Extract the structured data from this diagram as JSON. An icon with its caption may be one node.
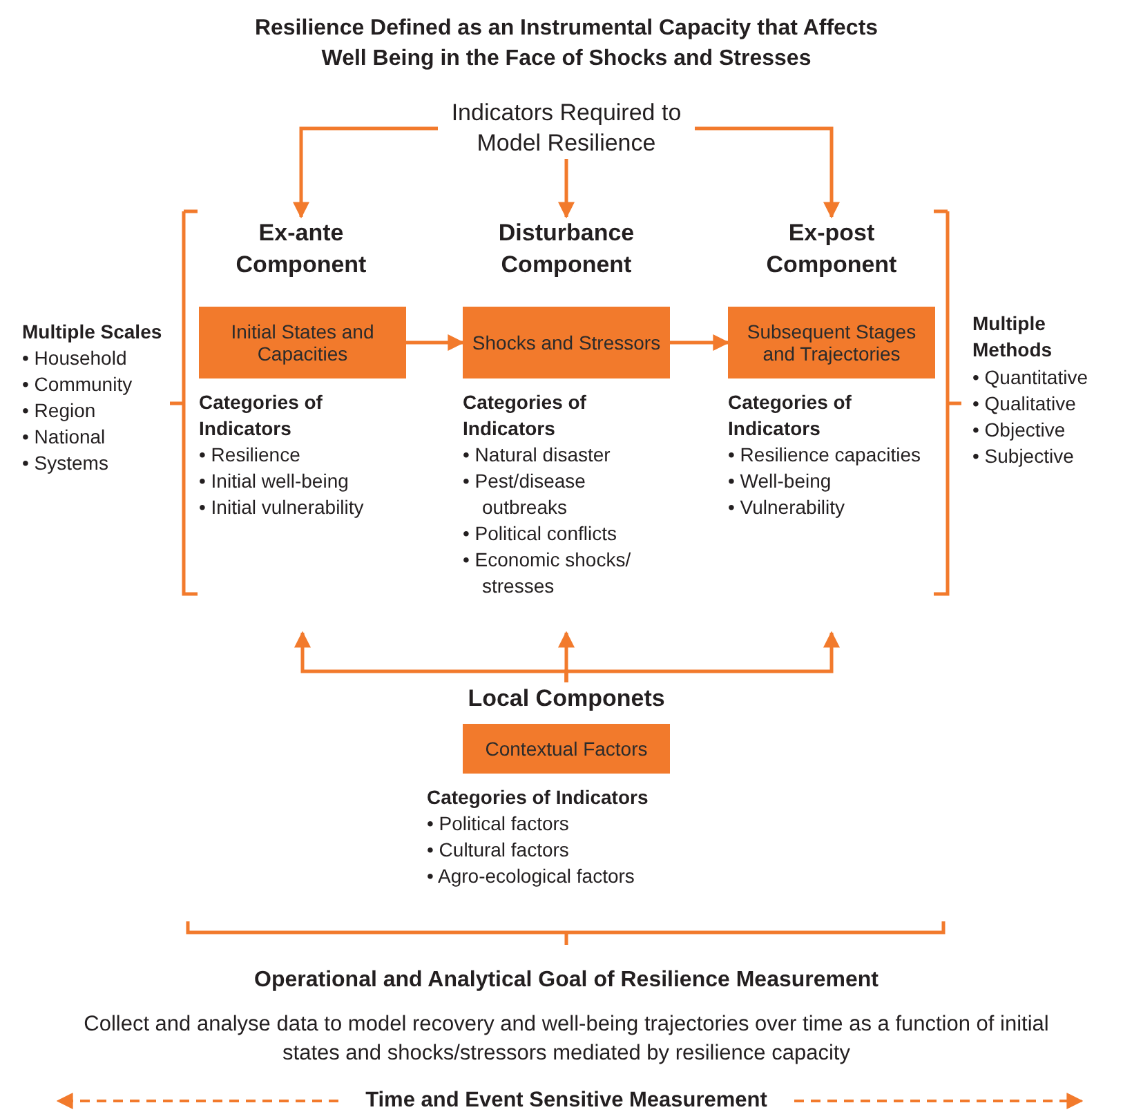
{
  "diagram": {
    "title": "Resilience Defined as an Instrumental Capacity that Affects Well Being in the Face of Shocks and Stresses",
    "nodes": [
      {
        "text": [
          "Indicators Required to Model Resilience"
        ]
      },
      {
        "text": [
          "Ex-ante Component"
        ]
      },
      {
        "text": [
          "Disturbance Component"
        ]
      },
      {
        "text": [
          "Ex-post Component"
        ]
      },
      {
        "text": [
          "Initial States and Capacities"
        ],
        "beside": [
          "Categories of Indicators",
          "• Resilience",
          "• Initial well-being",
          "• Initial vulnerability"
        ]
      },
      {
        "text": [
          "Shocks and Stressors"
        ],
        "beside": [
          "Categories of Indicators",
          "• Natural disaster",
          "• Pest/disease outbreaks",
          "• Political conflicts",
          "• Economic shocks/ stresses"
        ]
      },
      {
        "text": [
          "Subsequent Stages and Trajectories"
        ],
        "beside": [
          "Categories of Indicators",
          "• Resilience capacities",
          "• Well-being",
          "• Vulnerability"
        ]
      },
      {
        "text": [
          "Local Componets"
        ]
      },
      {
        "text": [
          "Contextual Factors"
        ],
        "beside": [
          "Categories of Indicators",
          "• Political factors",
          "• Cultural factors",
          "• Agro-ecological factors"
        ]
      }
    ],
    "edges": [
      {
        "from": 0,
        "to": 1,
        "arrow": "to"
      },
      {
        "from": 0,
        "to": 2,
        "arrow": "to"
      },
      {
        "from": 0,
        "to": 3,
        "arrow": "to"
      },
      {
        "from": 4,
        "to": 5,
        "arrow": "to"
      },
      {
        "from": 5,
        "to": 6,
        "arrow": "to"
      },
      {
        "from": 7,
        "to": 4,
        "arrow": "to"
      },
      {
        "from": 7,
        "to": 5,
        "arrow": "to"
      },
      {
        "from": 7,
        "to": 6,
        "arrow": "to"
      }
    ],
    "labels": [
      "Multiple Scales",
      "• Household",
      "• Community",
      "• Region",
      "• National",
      "• Systems",
      "Multiple Methods",
      "• Quantitative",
      "• Qualitative",
      "• Objective",
      "• Subjective",
      "Operational and Analytical Goal of Resilience Measurement",
      "Collect and analyse data to model recovery and well-being trajectories over time as a function of initial states and shocks/stressors mediated by resilience capacity",
      "Time and Event Sensitive Measurement"
    ]
  }
}
